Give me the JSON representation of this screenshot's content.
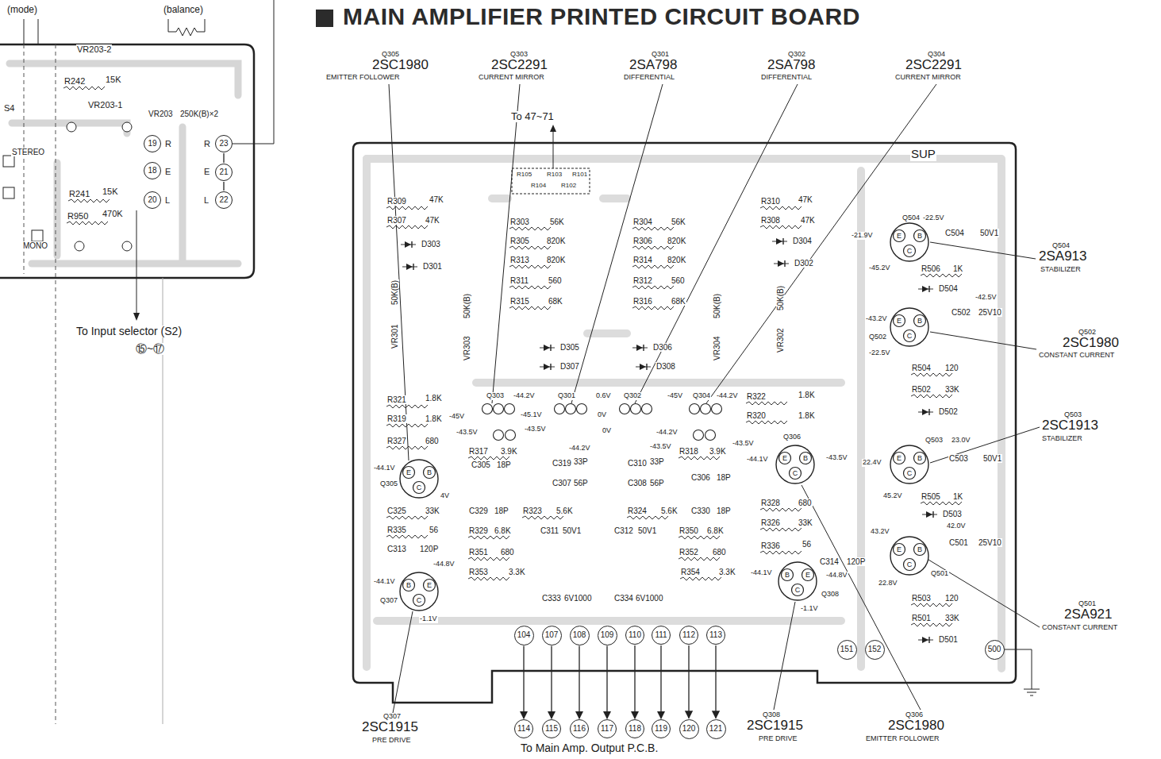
{
  "diagram": {
    "title": "MAIN AMPLIFIER PRINTED CIRCUIT BOARD",
    "nodes": [
      {
        "text": [
          "19"
        ]
      },
      {
        "text": [
          "18"
        ]
      },
      {
        "text": [
          "20"
        ]
      },
      {
        "text": [
          "23"
        ]
      },
      {
        "text": [
          "21"
        ]
      },
      {
        "text": [
          "22"
        ]
      },
      {
        "text": [
          "104"
        ]
      },
      {
        "text": [
          "107"
        ]
      },
      {
        "text": [
          "108"
        ]
      },
      {
        "text": [
          "109"
        ]
      },
      {
        "text": [
          "110"
        ]
      },
      {
        "text": [
          "111"
        ]
      },
      {
        "text": [
          "112"
        ]
      },
      {
        "text": [
          "113"
        ]
      },
      {
        "text": [
          "151"
        ]
      },
      {
        "text": [
          "152"
        ]
      },
      {
        "text": [
          "500"
        ]
      },
      {
        "text": [
          "114"
        ]
      },
      {
        "text": [
          "115"
        ]
      },
      {
        "text": [
          "116"
        ]
      },
      {
        "text": [
          "117"
        ]
      },
      {
        "text": [
          "118"
        ]
      },
      {
        "text": [
          "119"
        ]
      },
      {
        "text": [
          "120"
        ]
      },
      {
        "text": [
          "121"
        ]
      }
    ],
    "edges": [
      {
        "from": 3,
        "to": 4,
        "arrow": "none"
      },
      {
        "from": 4,
        "to": 5,
        "arrow": "none"
      },
      {
        "from": 6,
        "to": 17,
        "arrow": "to"
      },
      {
        "from": 7,
        "to": 18,
        "arrow": "to"
      },
      {
        "from": 8,
        "to": 19,
        "arrow": "to"
      },
      {
        "from": 9,
        "to": 20,
        "arrow": "to"
      },
      {
        "from": 10,
        "to": 21,
        "arrow": "to"
      },
      {
        "from": 11,
        "to": 22,
        "arrow": "to"
      },
      {
        "from": 12,
        "to": 23,
        "arrow": "to"
      },
      {
        "from": 13,
        "to": 24,
        "arrow": "to"
      }
    ],
    "labels": [
      "Q305",
      "2SC1980",
      "EMITTER FOLLOWER",
      "Q303",
      "2SC2291",
      "CURRENT MIRROR",
      "Q301",
      "2SA798",
      "DIFFERENTIAL",
      "Q302",
      "2SA798",
      "DIFFERENTIAL",
      "Q304",
      "2SC2291",
      "CURRENT MIRROR",
      "(mode)",
      "(balance)",
      "VR203-2",
      "R242",
      "15K",
      "VR203-1",
      "VR203",
      "250K(B)×2",
      "S4",
      "STEREO",
      "R",
      "E",
      "L",
      "R",
      "E",
      "L",
      "R241",
      "15K",
      "R950",
      "470K",
      "MONO",
      "To Input selector (S2)",
      "⑮~⑰",
      "To 47~71",
      "R105",
      "R103",
      "R101",
      "R104",
      "R102",
      "SUP",
      "R309",
      "47K",
      "R307",
      "47K",
      "D303",
      "D301",
      "VR301",
      "50K(B)",
      "VR303",
      "50K(B)",
      "VR304",
      "50K(B)",
      "VR302",
      "50K(B)",
      "R303",
      "56K",
      "R305",
      "820K",
      "R313",
      "820K",
      "R311",
      "560",
      "R315",
      "68K",
      "R304",
      "56K",
      "R306",
      "820K",
      "R314",
      "820K",
      "R312",
      "560",
      "R316",
      "68K",
      "R310",
      "47K",
      "R308",
      "47K",
      "D304",
      "D302",
      "D305",
      "D307",
      "D306",
      "D308",
      "Q303",
      "-44.2V",
      "Q301",
      "0.6V",
      "Q302",
      "-45V",
      "Q304",
      "-44.2V",
      "R322",
      "1.8K",
      "R320",
      "1.8K",
      "R321",
      "1.8K",
      "R319",
      "1.8K",
      "R327",
      "680",
      "-45V",
      "-43.5V",
      "-45.1V",
      "0V",
      "-44.2V",
      "-43.5V",
      "0V",
      "-44.2V",
      "-43.5V",
      "-43.5V",
      "-44.1V",
      "Q306",
      "-43.5V",
      "Q305",
      "-44.1V",
      "4V",
      "C325",
      "33K",
      "R335",
      "56",
      "C313",
      "120P",
      "-44.8V",
      "-44.1V",
      "Q307",
      "-1.1V",
      "R317",
      "3.9K",
      "C305",
      "18P",
      "C319",
      "33P",
      "C307",
      "56P",
      "C329",
      "18P",
      "R323",
      "5.6K",
      "R329",
      "6.8K",
      "C311",
      "50V1",
      "R351",
      "680",
      "R353",
      "3.3K",
      "C333",
      "6V1000",
      "C334",
      "6V1000",
      "C310",
      "33P",
      "C308",
      "56P",
      "R318",
      "3.9K",
      "C306",
      "18P",
      "R324",
      "5.6K",
      "C330",
      "18P",
      "C312",
      "50V1",
      "R350",
      "6.8K",
      "R352",
      "680",
      "R354",
      "3.3K",
      "-44.1V",
      "R328",
      "680",
      "R326",
      "33K",
      "R336",
      "56",
      "C314",
      "120P",
      "-44.8V",
      "Q308",
      "-1.1V",
      "Q504",
      "-22.5V",
      "C504",
      "50V1",
      "-21.9V",
      "-45.2V",
      "R506",
      "1K",
      "D504",
      "-42.5V",
      "C502",
      "25V10",
      "-43.2V",
      "Q502",
      "-22.5V",
      "R504",
      "120",
      "R502",
      "33K",
      "D502",
      "Q503",
      "23.0V",
      "C503",
      "50V1",
      "22.4V",
      "45.2V",
      "R505",
      "1K",
      "D503",
      "42.0V",
      "43.2V",
      "C501",
      "25V10",
      "Q501",
      "22.8V",
      "R503",
      "120",
      "R501",
      "33K",
      "D501",
      "Q504",
      "2SA913",
      "STABILIZER",
      "Q502",
      "2SC1980",
      "CONSTANT CURRENT",
      "Q503",
      "2SC1913",
      "STABILIZER",
      "Q501",
      "2SA921",
      "CONSTANT CURRENT",
      "Q307",
      "2SC1915",
      "PRE DRIVE",
      "To Main Amp. Output P.C.B.",
      "Q308",
      "2SC1915",
      "PRE DRIVE",
      "Q306",
      "2SC1980",
      "EMITTER FOLLOWER",
      "E",
      "B",
      "C",
      "B",
      "E",
      "C",
      "E",
      "B",
      "C",
      "B",
      "E",
      "C",
      "E",
      "B",
      "C",
      "E",
      "B",
      "C",
      "E",
      "B",
      "C",
      "E",
      "B",
      "C"
    ]
  }
}
